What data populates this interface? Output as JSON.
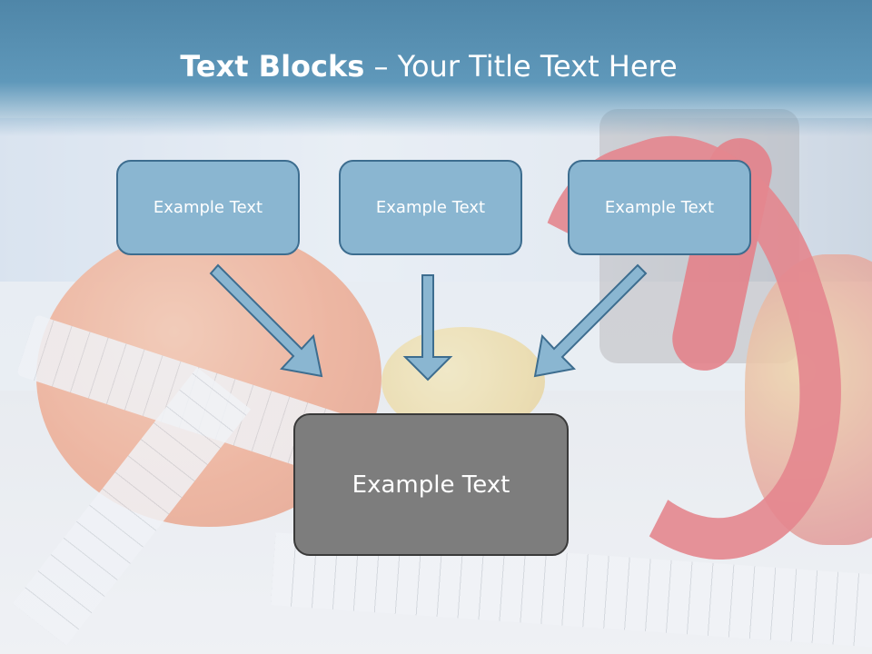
{
  "slide": {
    "title_bold": "Text Blocks",
    "title_rest": " – Your Title Text Here"
  },
  "blocks": {
    "top": [
      "Example Text",
      "Example Text",
      "Example Text"
    ],
    "bottom": "Example Text"
  },
  "colors": {
    "title_band": "#5f98ba",
    "small_box_fill": "#8ab6d1",
    "small_box_border": "#3d6d8f",
    "big_box_fill": "#7d7d7d",
    "arrow_fill": "#8ab6d1"
  }
}
